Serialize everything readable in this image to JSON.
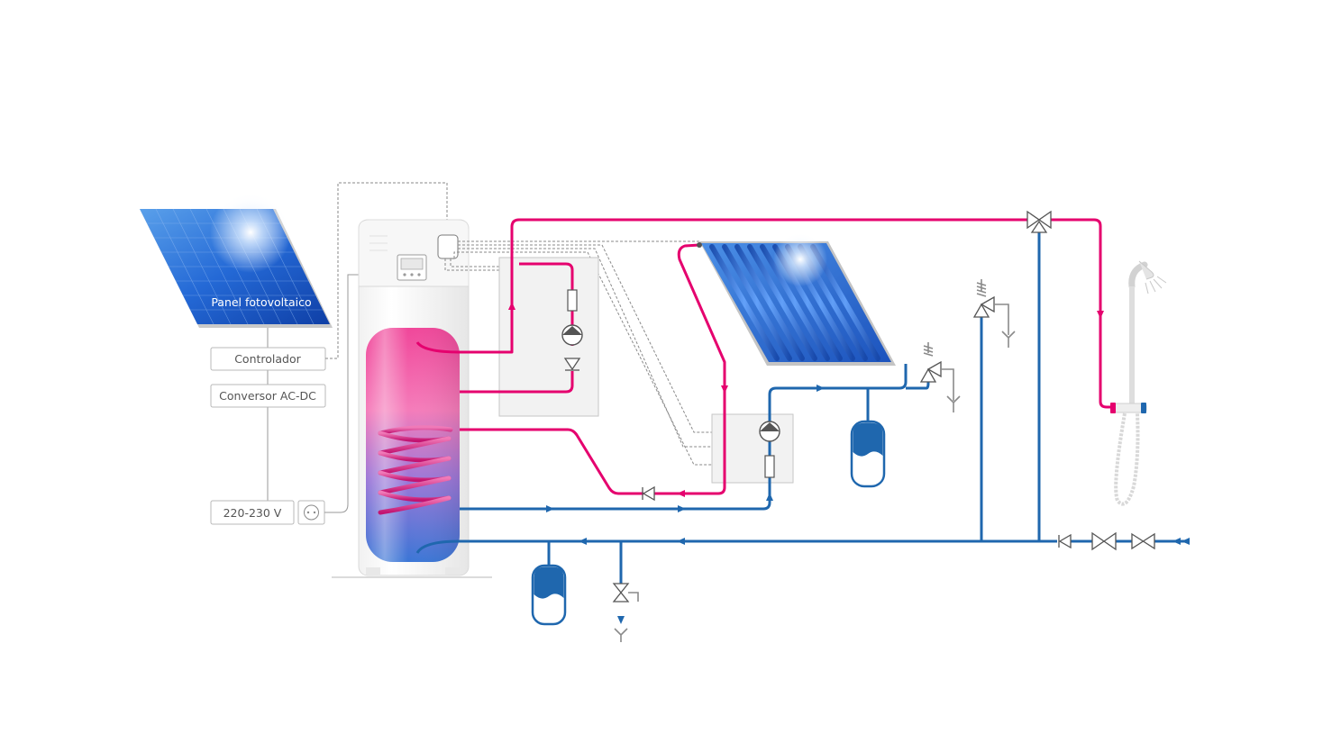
{
  "labels": {
    "pv_panel": "Panel fotovoltaico",
    "controller": "Controlador",
    "converter": "Conversor AC-DC",
    "voltage": "220-230 V"
  },
  "colors": {
    "hot_water": "#e5006e",
    "cold_water": "#1f67ae",
    "panel_blue": "#1a5fc7",
    "wiring_gray": "#8a8a8a"
  },
  "icons": [
    "solar-pv-panel-icon",
    "solar-thermal-collector-icon",
    "heat-pump-water-heater-icon",
    "pump-icon",
    "check-valve-icon",
    "expansion-vessel-icon",
    "safety-valve-icon",
    "mixing-valve-icon",
    "shower-icon",
    "power-socket-icon"
  ]
}
